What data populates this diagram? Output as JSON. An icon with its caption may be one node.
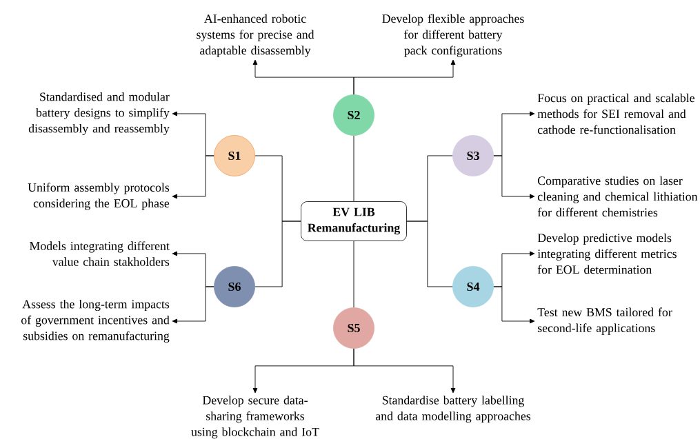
{
  "diagram": {
    "nodes": [
      {
        "text": [
          "EV LIB Remanufacturing"
        ]
      },
      {
        "text": [
          "S1"
        ]
      },
      {
        "text": [
          "S2"
        ]
      },
      {
        "text": [
          "S3"
        ]
      },
      {
        "text": [
          "S4"
        ]
      },
      {
        "text": [
          "S5"
        ]
      },
      {
        "text": [
          "S6"
        ]
      },
      {
        "text": [
          "Standardised and modular battery designs to simplify disassembly and reassembly"
        ]
      },
      {
        "text": [
          "Uniform assembly protocols considering the EOL phase"
        ]
      },
      {
        "text": [
          "AI-enhanced robotic systems for precise and adaptable disassembly"
        ]
      },
      {
        "text": [
          "Develop flexible approaches for different battery pack configurations"
        ]
      },
      {
        "text": [
          "Focus on practical and scalable methods for SEI removal and cathode re-functionalisation"
        ]
      },
      {
        "text": [
          "Comparative studies on laser cleaning and chemical lithiation for different chemistries"
        ]
      },
      {
        "text": [
          "Develop predictive models integrating different metrics for EOL determination"
        ]
      },
      {
        "text": [
          "Test new BMS tailored for second-life applications"
        ]
      },
      {
        "text": [
          "Develop secure data-sharing frameworks using blockchain and IoT"
        ]
      },
      {
        "text": [
          "Standardise battery labelling and data modelling approaches"
        ]
      },
      {
        "text": [
          "Models integrating different value chain stakholders"
        ]
      },
      {
        "text": [
          "Assess the long-term impacts of government incentives and subsidies on remanufacturing"
        ]
      }
    ],
    "edges": [
      {
        "from": 0,
        "to": 1,
        "arrow": "none"
      },
      {
        "from": 0,
        "to": 2,
        "arrow": "none"
      },
      {
        "from": 0,
        "to": 3,
        "arrow": "none"
      },
      {
        "from": 0,
        "to": 4,
        "arrow": "none"
      },
      {
        "from": 0,
        "to": 5,
        "arrow": "none"
      },
      {
        "from": 0,
        "to": 6,
        "arrow": "none"
      },
      {
        "from": 1,
        "to": 7,
        "arrow": "to"
      },
      {
        "from": 1,
        "to": 8,
        "arrow": "to"
      },
      {
        "from": 2,
        "to": 9,
        "arrow": "to"
      },
      {
        "from": 2,
        "to": 10,
        "arrow": "to"
      },
      {
        "from": 3,
        "to": 11,
        "arrow": "to"
      },
      {
        "from": 3,
        "to": 12,
        "arrow": "to"
      },
      {
        "from": 4,
        "to": 13,
        "arrow": "to"
      },
      {
        "from": 4,
        "to": 14,
        "arrow": "to"
      },
      {
        "from": 5,
        "to": 15,
        "arrow": "to"
      },
      {
        "from": 5,
        "to": 16,
        "arrow": "to"
      },
      {
        "from": 6,
        "to": 17,
        "arrow": "to"
      },
      {
        "from": 6,
        "to": 18,
        "arrow": "to"
      }
    ]
  }
}
